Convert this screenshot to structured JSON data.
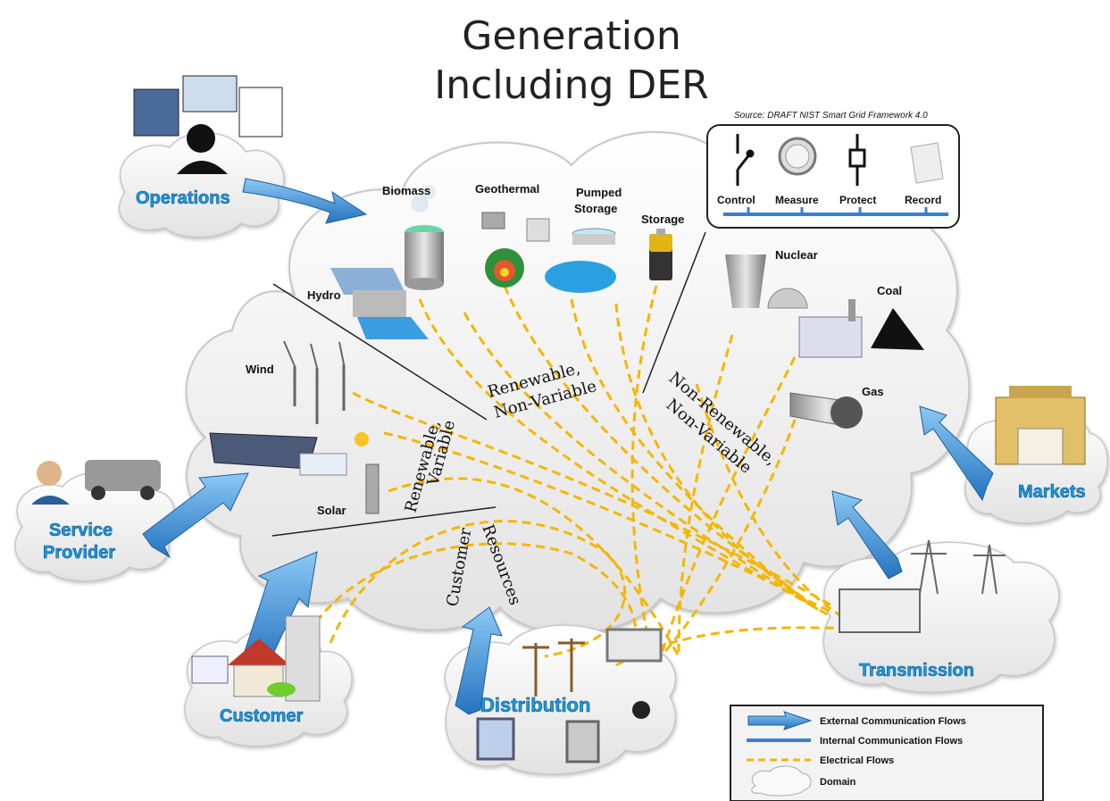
{
  "title_line1": "Generation",
  "title_line2": "Including DER",
  "source": "Source:  DRAFT NIST Smart Grid Framework 4.0",
  "domains": {
    "operations": "Operations",
    "service_provider_1": "Service",
    "service_provider_2": "Provider",
    "customer": "Customer",
    "distribution": "Distribution",
    "transmission": "Transmission",
    "markets": "Markets"
  },
  "resources": {
    "biomass": "Biomass",
    "geothermal": "Geothermal",
    "pumped_storage_1": "Pumped",
    "pumped_storage_2": "Storage",
    "storage": "Storage",
    "hydro": "Hydro",
    "wind": "Wind",
    "solar": "Solar",
    "nuclear": "Nuclear",
    "coal": "Coal",
    "gas": "Gas"
  },
  "sectors": {
    "renewable_nonvariable_1": "Renewable,",
    "renewable_nonvariable_2": "Non-Variable",
    "nonrenewable_1": "Non-Renewable,",
    "nonrenewable_2": "Non-Variable",
    "renewable_variable_1": "Renewable,",
    "renewable_variable_2": "Variable",
    "customer_resources_1": "Customer",
    "customer_resources_2": "Resources"
  },
  "functions": {
    "control": "Control",
    "measure": "Measure",
    "protect": "Protect",
    "record": "Record"
  },
  "legend": {
    "external": "External Communication Flows",
    "internal": "Internal Communication Flows",
    "electrical": "Electrical Flows",
    "domain": "Domain"
  },
  "colors": {
    "domain_label": "#1a9be0",
    "arrow": "#3d8fd6",
    "electrical": "#f2b705",
    "cloud": "#f4f4f4"
  }
}
